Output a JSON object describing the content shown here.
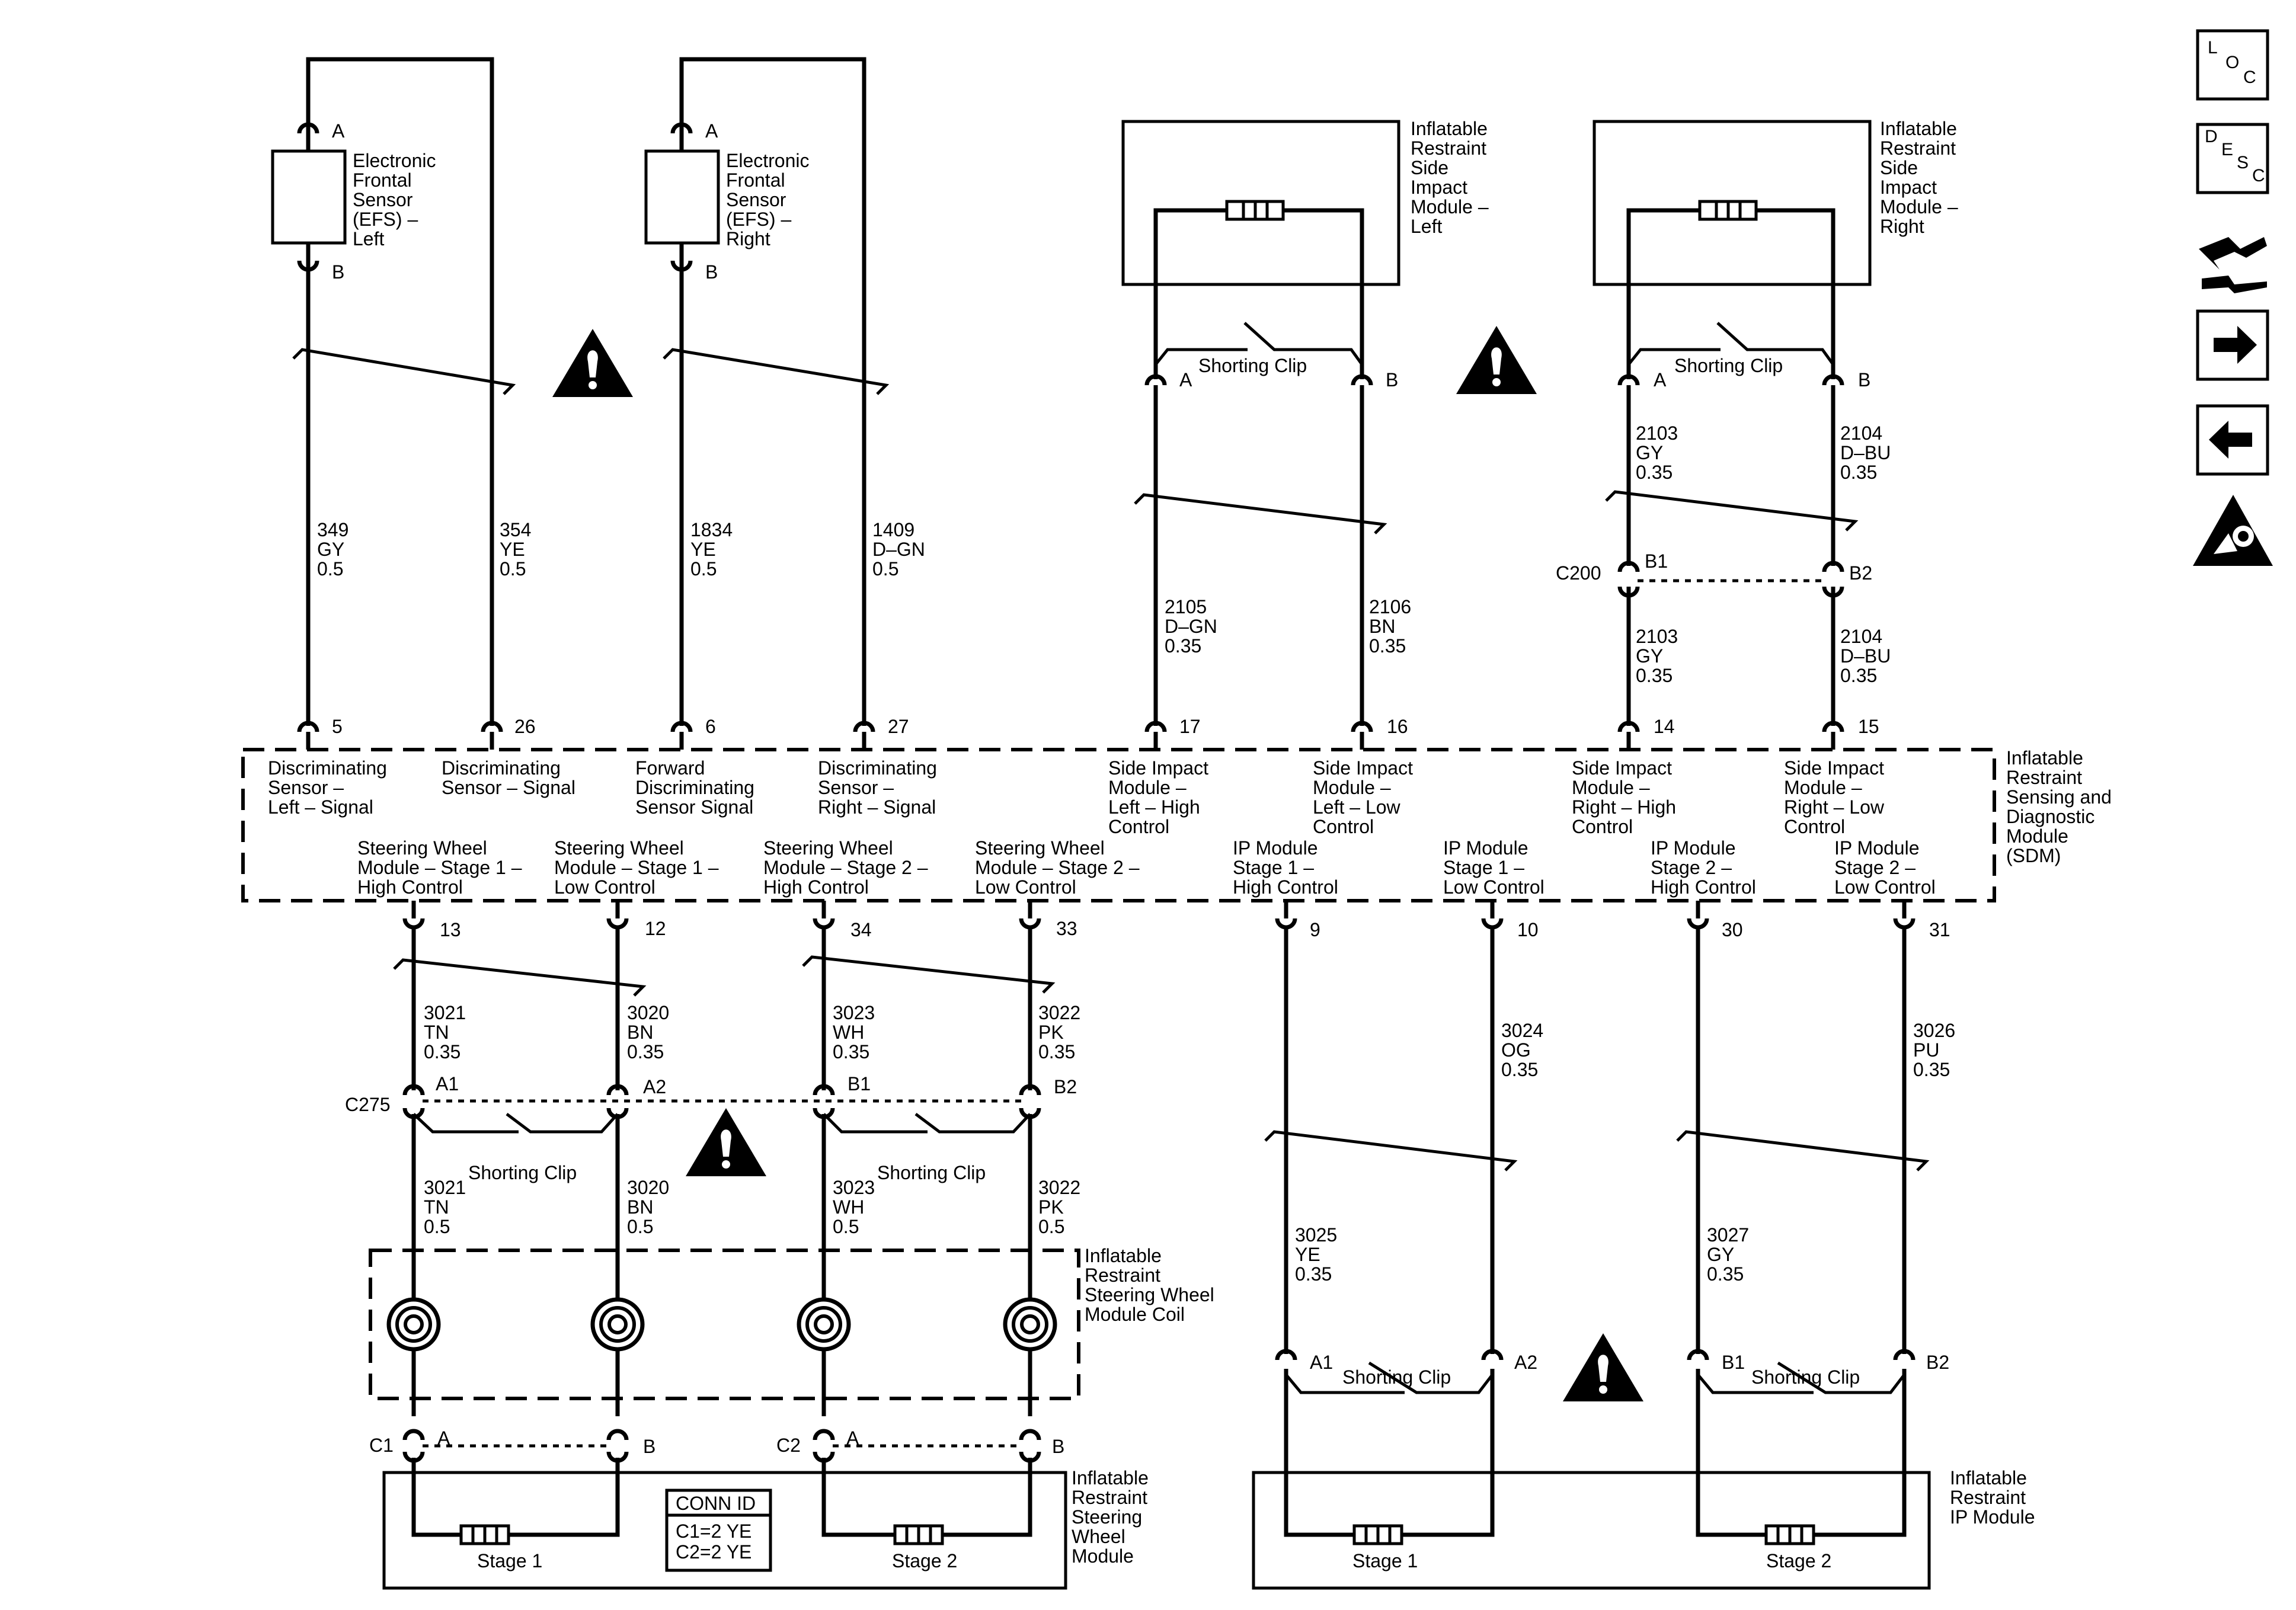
{
  "sensors": {
    "left": {
      "title": [
        "Electronic",
        "Frontal",
        "Sensor",
        "(EFS) –",
        "Left"
      ],
      "pin_top": "A",
      "pin_bottom": "B"
    },
    "right": {
      "title": [
        "Electronic",
        "Frontal",
        "Sensor",
        "(EFS) –",
        "Right"
      ],
      "pin_top": "A",
      "pin_bottom": "B"
    }
  },
  "side_modules": {
    "left": {
      "title": [
        "Inflatable",
        "Restraint",
        "Side",
        "Impact",
        "Module –",
        "Left"
      ],
      "clip": "Shorting Clip",
      "pin_a": "A",
      "pin_b": "B"
    },
    "right": {
      "title": [
        "Inflatable",
        "Restraint",
        "Side",
        "Impact",
        "Module –",
        "Right"
      ],
      "clip": "Shorting Clip",
      "pin_a": "A",
      "pin_b": "B"
    }
  },
  "wires_top": [
    {
      "circuit": "349",
      "color": "GY",
      "size": "0.5"
    },
    {
      "circuit": "354",
      "color": "YE",
      "size": "0.5"
    },
    {
      "circuit": "1834",
      "color": "YE",
      "size": "0.5"
    },
    {
      "circuit": "1409",
      "color": "D–GN",
      "size": "0.5"
    },
    {
      "circuit": "2105",
      "color": "D–GN",
      "size": "0.35"
    },
    {
      "circuit": "2106",
      "color": "BN",
      "size": "0.35"
    },
    {
      "circuit": "2103",
      "color": "GY",
      "size": "0.35"
    },
    {
      "circuit": "2104",
      "color": "D–BU",
      "size": "0.35"
    },
    {
      "circuit": "2103",
      "color": "GY",
      "size": "0.35"
    },
    {
      "circuit": "2104",
      "color": "D–BU",
      "size": "0.35"
    }
  ],
  "c200": {
    "id": "C200",
    "pin1": "B1",
    "pin2": "B2"
  },
  "sdm": {
    "title": [
      "Inflatable",
      "Restraint",
      "Sensing and",
      "Diagnostic",
      "Module",
      "(SDM)"
    ],
    "top_pins": [
      "5",
      "26",
      "6",
      "27",
      "17",
      "16",
      "14",
      "15"
    ],
    "top_labels": [
      [
        "Discriminating",
        "Sensor –",
        "Left – Signal"
      ],
      [
        "Discriminating",
        "Sensor – Signal"
      ],
      [
        "Forward",
        "Discriminating",
        "Sensor Signal"
      ],
      [
        "Discriminating",
        "Sensor –",
        "Right – Signal"
      ],
      [
        "Side Impact",
        "Module –",
        "Left – High",
        "Control"
      ],
      [
        "Side Impact",
        "Module –",
        "Left – Low",
        "Control"
      ],
      [
        "Side Impact",
        "Module –",
        "Right – High",
        "Control"
      ],
      [
        "Side Impact",
        "Module –",
        "Right – Low",
        "Control"
      ]
    ],
    "bottom_labels": [
      [
        "Steering Wheel",
        "Module – Stage 1 –",
        "High Control"
      ],
      [
        "Steering Wheel",
        "Module – Stage 1 –",
        "Low Control"
      ],
      [
        "Steering Wheel",
        "Module – Stage 2 –",
        "High Control"
      ],
      [
        "Steering Wheel",
        "Module – Stage 2 –",
        "Low Control"
      ],
      [
        "IP Module",
        "Stage 1 –",
        "High Control"
      ],
      [
        "IP Module",
        "Stage 1 –",
        "Low Control"
      ],
      [
        "IP Module",
        "Stage 2 –",
        "High Control"
      ],
      [
        "IP Module",
        "Stage 2 –",
        "Low Control"
      ]
    ],
    "bottom_pins": [
      "13",
      "12",
      "34",
      "33",
      "9",
      "10",
      "30",
      "31"
    ]
  },
  "wires_bottom_upper": [
    {
      "circuit": "3021",
      "color": "TN",
      "size": "0.35"
    },
    {
      "circuit": "3020",
      "color": "BN",
      "size": "0.35"
    },
    {
      "circuit": "3023",
      "color": "WH",
      "size": "0.35"
    },
    {
      "circuit": "3022",
      "color": "PK",
      "size": "0.35"
    },
    {
      "circuit": "3024",
      "color": "OG",
      "size": "0.35"
    },
    {
      "circuit": "3026",
      "color": "PU",
      "size": "0.35"
    }
  ],
  "c275": {
    "id": "C275",
    "pins": [
      "A1",
      "A2",
      "B1",
      "B2"
    ],
    "clip": "Shorting Clip"
  },
  "wires_bottom_lower": [
    {
      "circuit": "3021",
      "color": "TN",
      "size": "0.5"
    },
    {
      "circuit": "3020",
      "color": "BN",
      "size": "0.5"
    },
    {
      "circuit": "3023",
      "color": "WH",
      "size": "0.5"
    },
    {
      "circuit": "3022",
      "color": "PK",
      "size": "0.5"
    },
    {
      "circuit": "3025",
      "color": "YE",
      "size": "0.35"
    },
    {
      "circuit": "3027",
      "color": "GY",
      "size": "0.35"
    }
  ],
  "coil": {
    "title": [
      "Inflatable",
      "Restraint",
      "Steering Wheel",
      "Module Coil"
    ]
  },
  "steering_module": {
    "title": [
      "Inflatable",
      "Restraint",
      "Steering",
      "Wheel",
      "Module"
    ],
    "c1": "C1",
    "c2": "C2",
    "pin_a": "A",
    "pin_b": "B",
    "stage1": "Stage 1",
    "stage2": "Stage 2",
    "conn_id": {
      "title": "CONN ID",
      "lines": [
        "C1=2 YE",
        "C2=2 YE"
      ]
    }
  },
  "ip_module": {
    "title": [
      "Inflatable",
      "Restraint",
      "IP Module"
    ],
    "pins": [
      "A1",
      "A2",
      "B1",
      "B2"
    ],
    "clip": "Shorting Clip",
    "stage1": "Stage 1",
    "stage2": "Stage 2"
  },
  "sidebar": {
    "loc": [
      "L",
      "O",
      "C"
    ],
    "desc": [
      "D",
      "E",
      "S",
      "C"
    ],
    "icons": [
      "loc-icon",
      "desc-icon",
      "connector-icon",
      "next-icon",
      "back-icon",
      "airbag-warning-icon"
    ]
  }
}
